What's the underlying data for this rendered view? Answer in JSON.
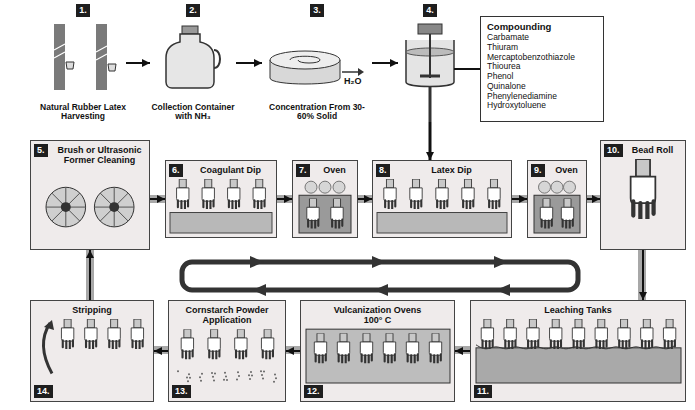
{
  "diagram": {
    "nodes": [
      {
        "text": [
          "1.",
          "Natural Rubber Latex Harvesting"
        ]
      },
      {
        "text": [
          "2.",
          "Collection Container with NH₃"
        ]
      },
      {
        "text": [
          "3.",
          "Concentration From 30-60% Solid"
        ]
      },
      {
        "text": [
          "4."
        ]
      },
      {
        "text": [
          "Compounding",
          "Carbamate",
          "Thiuram",
          "Mercaptobenzothiazole",
          "Thiourea",
          "Phenol",
          "Quinalone",
          "Phenylenediamine",
          "Hydroxytoluene"
        ]
      },
      {
        "text": [
          "5.",
          "Brush or Ultrasonic Former Cleaning"
        ]
      },
      {
        "text": [
          "6.",
          "Coagulant Dip"
        ]
      },
      {
        "text": [
          "7.",
          "Oven"
        ]
      },
      {
        "text": [
          "8.",
          "Latex Dip"
        ]
      },
      {
        "text": [
          "9.",
          "Oven"
        ]
      },
      {
        "text": [
          "10.",
          "Bead Roll"
        ]
      },
      {
        "text": [
          "11.",
          "Leaching Tanks"
        ]
      },
      {
        "text": [
          "12.",
          "Vulcanization Ovens",
          "100° C"
        ]
      },
      {
        "text": [
          "13.",
          "Cornstarch Powder Application"
        ]
      },
      {
        "text": [
          "14.",
          "Stripping"
        ]
      }
    ],
    "edges": [
      {
        "from": 0,
        "to": 1,
        "arrow": "to"
      },
      {
        "from": 1,
        "to": 2,
        "arrow": "to"
      },
      {
        "from": 2,
        "to": 3,
        "arrow": "to"
      },
      {
        "from": 3,
        "to": 4,
        "arrow": "none"
      },
      {
        "from": 3,
        "to": 8,
        "arrow": "to"
      },
      {
        "from": 5,
        "to": 6,
        "arrow": "to"
      },
      {
        "from": 6,
        "to": 7,
        "arrow": "to"
      },
      {
        "from": 7,
        "to": 8,
        "arrow": "to"
      },
      {
        "from": 8,
        "to": 9,
        "arrow": "to"
      },
      {
        "from": 9,
        "to": 10,
        "arrow": "to"
      },
      {
        "from": 10,
        "to": 11,
        "arrow": "to"
      },
      {
        "from": 11,
        "to": 12,
        "arrow": "to"
      },
      {
        "from": 12,
        "to": 13,
        "arrow": "to"
      },
      {
        "from": 13,
        "to": 14,
        "arrow": "to"
      },
      {
        "from": 14,
        "to": 5,
        "arrow": "to"
      }
    ],
    "labels": [
      "H₂O"
    ]
  }
}
